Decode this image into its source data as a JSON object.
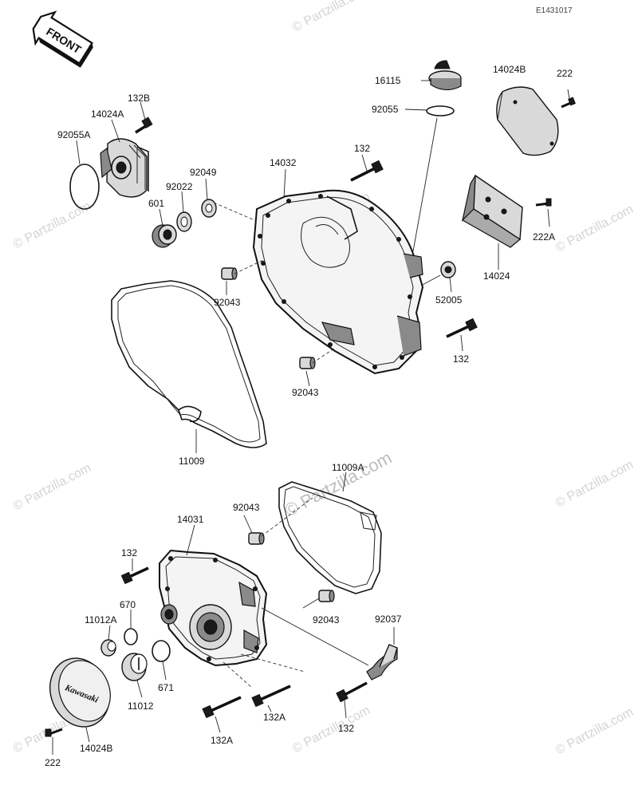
{
  "diagram": {
    "code": "E1431017",
    "front_label": "FRONT",
    "badge_text": "Kawasaki",
    "watermark_text": "© Partzilla.com",
    "watermark_big_text": "© Partzilla.com",
    "labels": {
      "p16115": "16115",
      "p92055": "92055",
      "p14024B_top": "14024B",
      "p222_top": "222",
      "p132B": "132B",
      "p14024A": "14024A",
      "p92055A": "92055A",
      "p132_top": "132",
      "p14032": "14032",
      "p92049": "92049",
      "p92022": "92022",
      "p601": "601",
      "p222A": "222A",
      "p14024": "14024",
      "p52005": "52005",
      "p92043_a": "92043",
      "p132_mid": "132",
      "p92043_b": "92043",
      "p11009": "11009",
      "p11009A": "11009A",
      "p92043_c": "92043",
      "p14031": "14031",
      "p132_left": "132",
      "p670": "670",
      "p11012A": "11012A",
      "p92043_d": "92043",
      "p92037": "92037",
      "p671": "671",
      "p11012": "11012",
      "p132A_b": "132A",
      "p132A_a": "132A",
      "p132_bot": "132",
      "p14024B_bot": "14024B",
      "p222_bot": "222"
    }
  }
}
